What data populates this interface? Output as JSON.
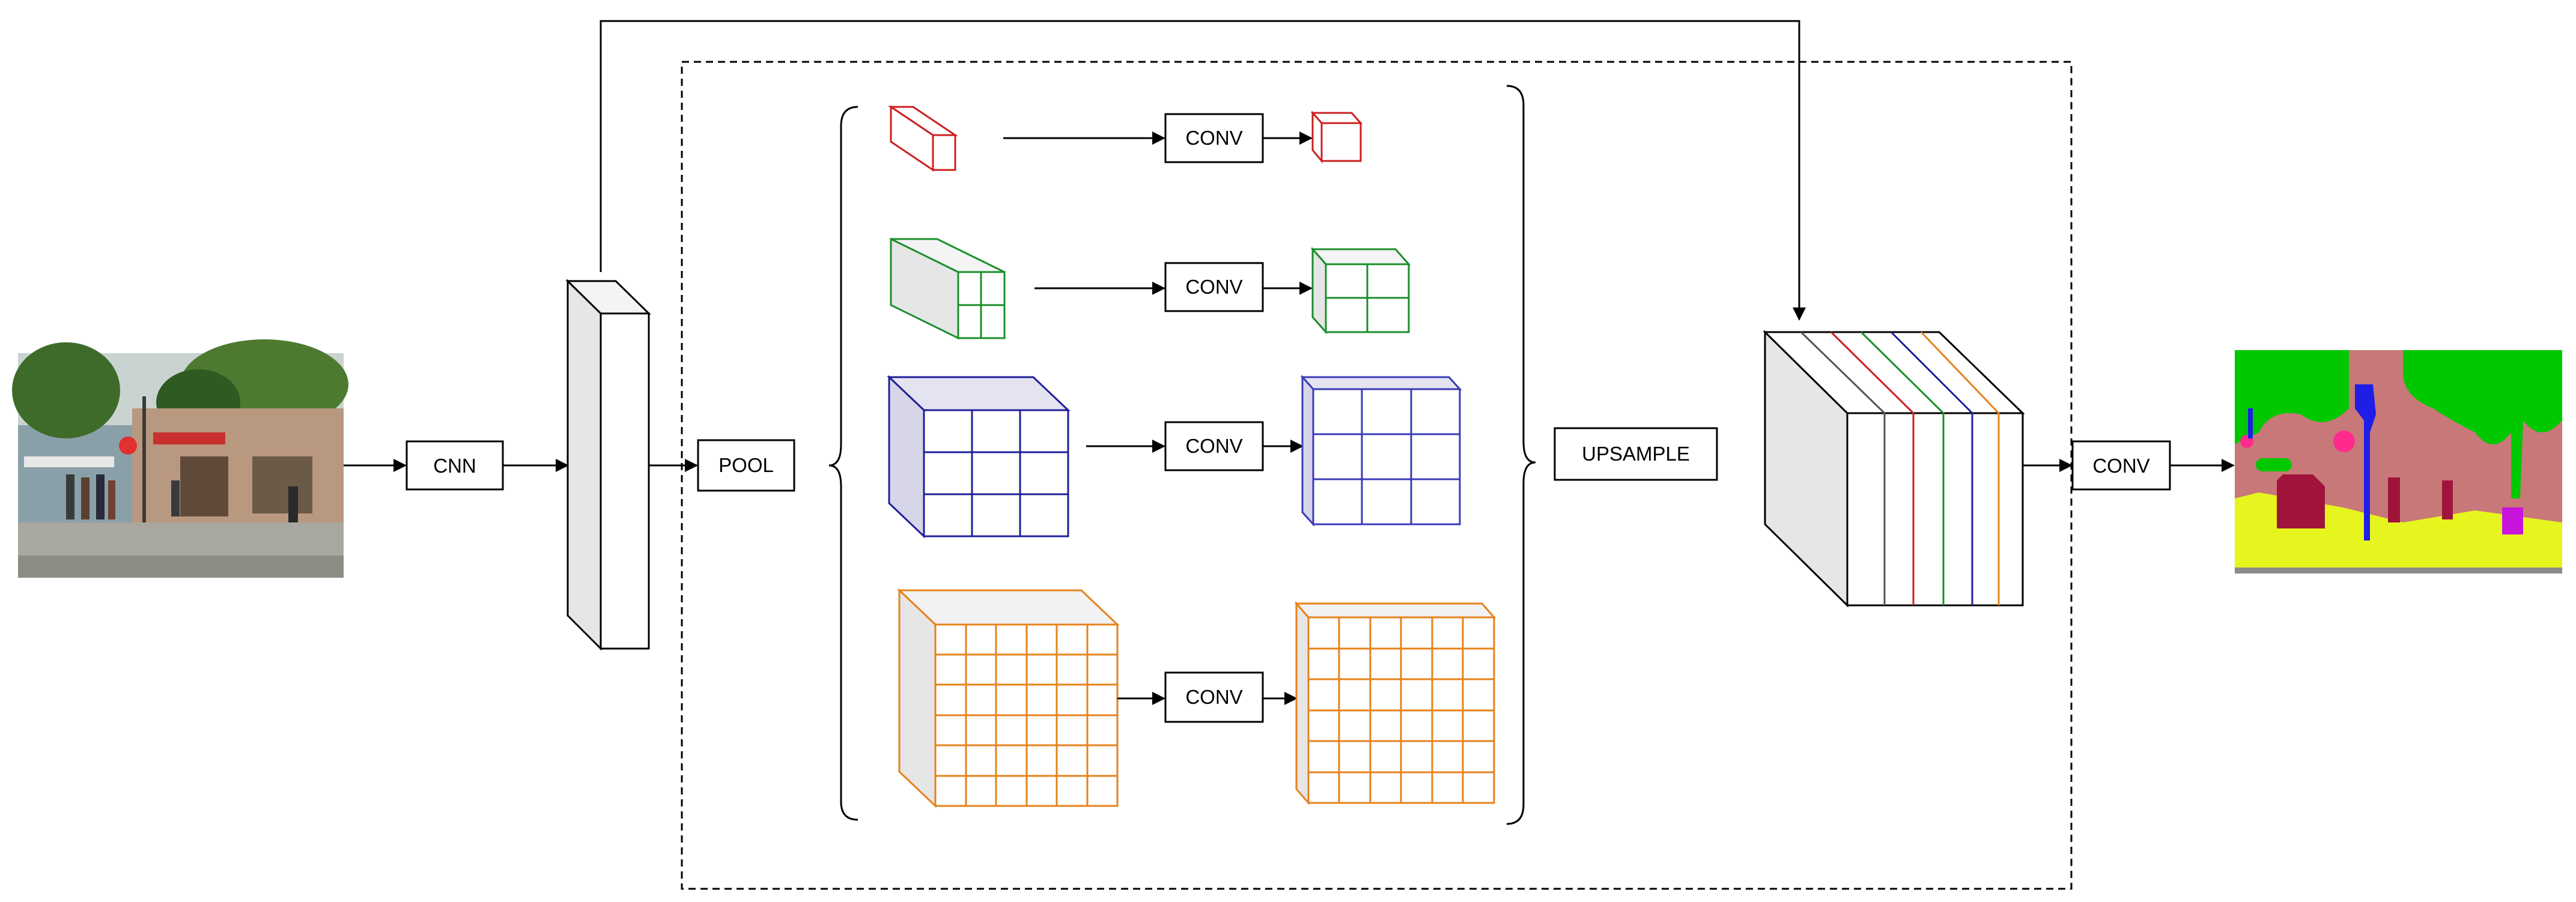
{
  "labels": {
    "cnn": "CNN",
    "pool": "POOL",
    "conv_red": "CONV",
    "conv_green": "CONV",
    "conv_blue": "CONV",
    "conv_orange": "CONV",
    "upsample": "UPSAMPLE",
    "conv_final": "CONV"
  },
  "branch_colors": {
    "red": "#cc1f1f",
    "green": "#1a8f2a",
    "blue": "#1f1f9a",
    "orange": "#e6821a"
  },
  "pyramid_bins": [
    1,
    2,
    3,
    6
  ],
  "segmentation_palette": {
    "sky": "#00c800",
    "building": "#c87878",
    "ground": "#e6f51e",
    "person": "#a0143c",
    "pole": "#1e1ee6",
    "sign": "#ff2a8c",
    "object": "#c814dc"
  }
}
